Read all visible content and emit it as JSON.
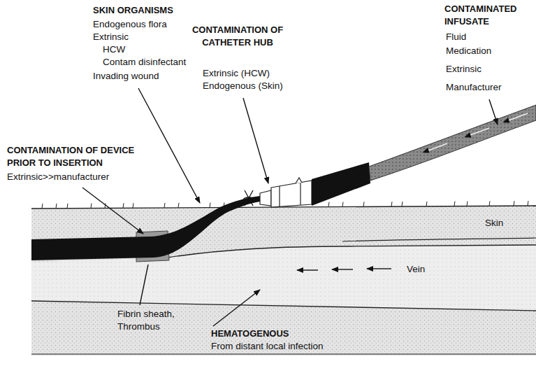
{
  "diagram": {
    "labels": [
      "SKIN ORGANISMS",
      "Endogenous flora",
      "Extrinsic",
      "HCW",
      "Contam disinfectant",
      "Invading wound",
      "CONTAMINATION OF CATHETER HUB",
      "Extrinsic (HCW)",
      "Endogenous (Skin)",
      "CONTAMINATED INFUSATE",
      "Fluid",
      "Medication",
      "Extrinsic",
      "Manufacturer",
      "CONTAMINATION OF DEVICE PRIOR TO INSERTION",
      "Extrinsic>>manufacturer",
      "Skin",
      "Vein",
      "Fibrin sheath, Thrombus",
      "HEMATOGENOUS",
      "From distant local infection"
    ]
  }
}
